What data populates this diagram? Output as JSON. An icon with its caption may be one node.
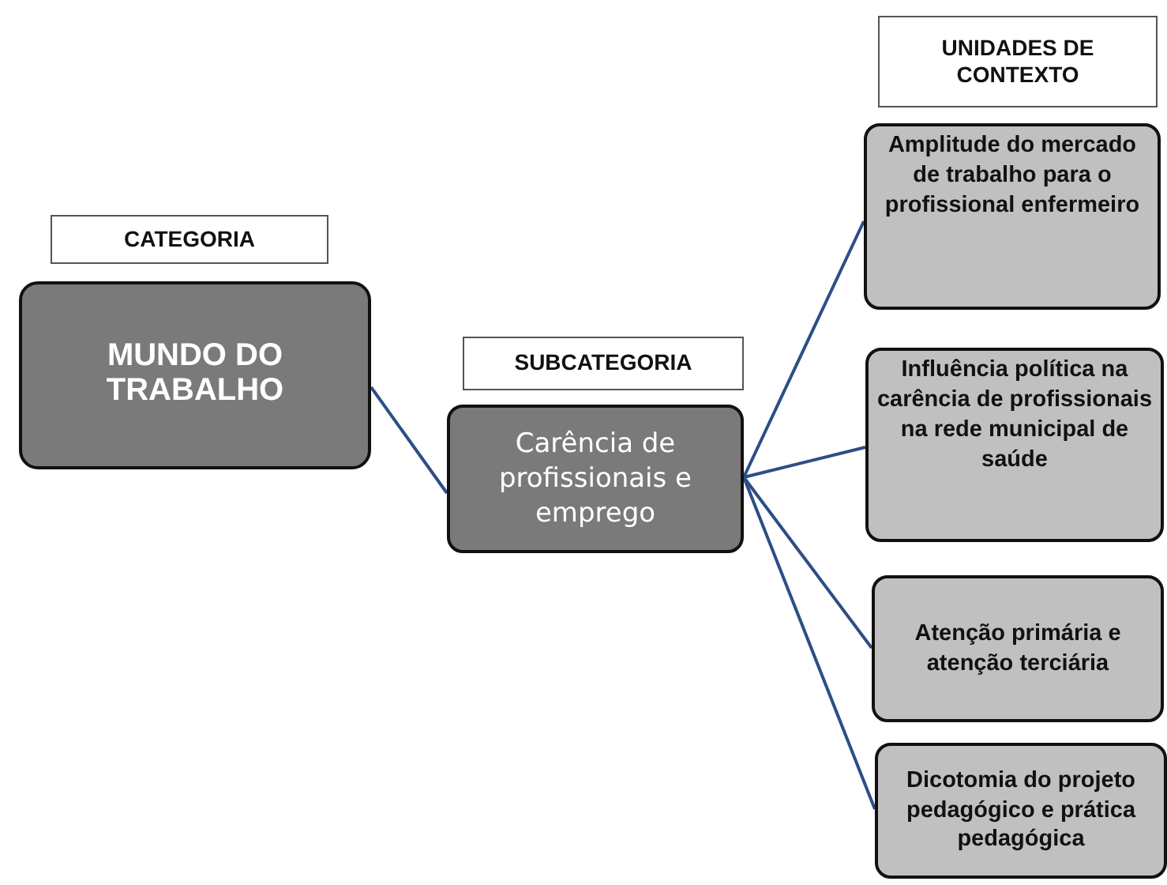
{
  "diagram": {
    "nodes": [
      {
        "text": [
          "CATEGORIA"
        ]
      },
      {
        "text": [
          "MUNDO DO TRABALHO"
        ]
      },
      {
        "text": [
          "SUBCATEGORIA"
        ]
      },
      {
        "text": [
          "Carência de profissionais e emprego"
        ]
      },
      {
        "text": [
          "UNIDADES DE CONTEXTO"
        ]
      },
      {
        "text": [
          "Amplitude do mercado de trabalho para o profissional enfermeiro"
        ]
      },
      {
        "text": [
          "Influência política na carência de profissionais na rede municipal de saúde"
        ]
      },
      {
        "text": [
          "Atenção primária e atenção terciária"
        ]
      },
      {
        "text": [
          "Dicotomia do projeto pedagógico e prática pedagógica"
        ]
      }
    ],
    "edges": [
      {
        "from": 1,
        "to": 3,
        "arrow": "none"
      },
      {
        "from": 3,
        "to": 5,
        "arrow": "none"
      },
      {
        "from": 3,
        "to": 6,
        "arrow": "none"
      },
      {
        "from": 3,
        "to": 7,
        "arrow": "none"
      },
      {
        "from": 3,
        "to": 8,
        "arrow": "none"
      }
    ]
  }
}
